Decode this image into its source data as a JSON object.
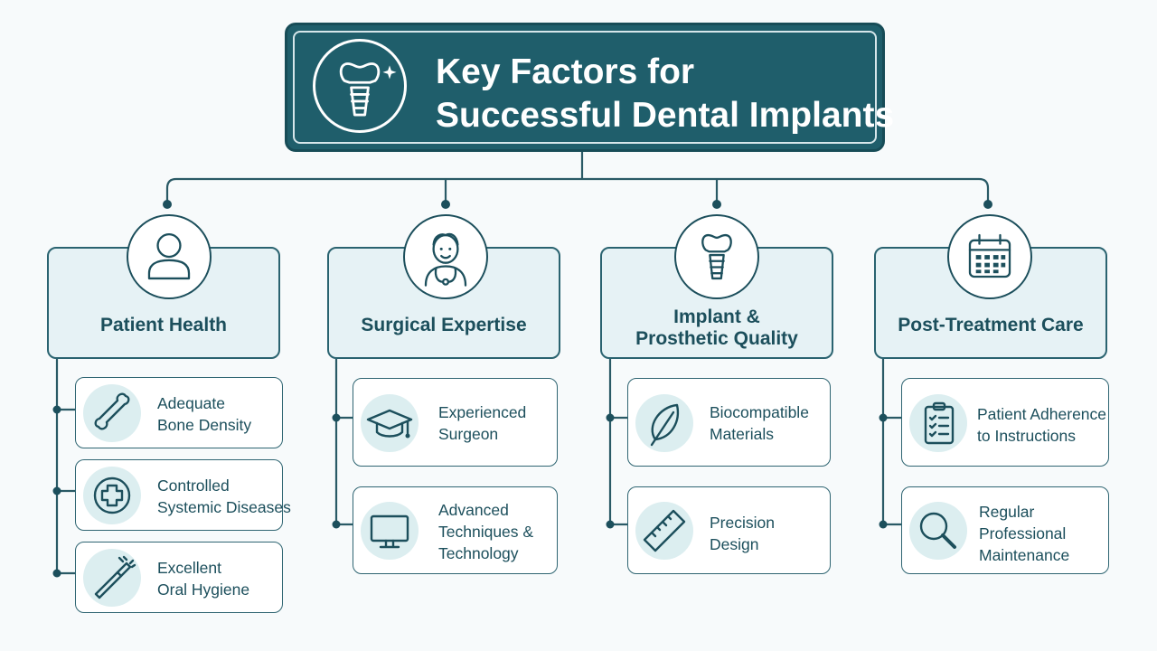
{
  "title": {
    "line1": "Key Factors for",
    "line2": "Successful Dental Implants",
    "icon": "dental-implant-icon"
  },
  "categories": [
    {
      "label_lines": [
        "Patient Health"
      ],
      "icon": "person-icon",
      "items": [
        {
          "lines": [
            "Adequate",
            "Bone Density"
          ],
          "icon": "bone-icon"
        },
        {
          "lines": [
            "Controlled",
            "Systemic Diseases"
          ],
          "icon": "medical-cross-icon"
        },
        {
          "lines": [
            "Excellent",
            "Oral Hygiene"
          ],
          "icon": "toothbrush-icon"
        }
      ]
    },
    {
      "label_lines": [
        "Surgical Expertise"
      ],
      "icon": "surgeon-icon",
      "items": [
        {
          "lines": [
            "Experienced",
            "Surgeon"
          ],
          "icon": "graduation-cap-icon"
        },
        {
          "lines": [
            "Advanced",
            "Techniques &",
            "Technology"
          ],
          "icon": "monitor-icon"
        }
      ]
    },
    {
      "label_lines": [
        "Implant &",
        "Prosthetic Quality"
      ],
      "icon": "implant-icon",
      "items": [
        {
          "lines": [
            "Biocompatible",
            "Materials"
          ],
          "icon": "leaf-icon"
        },
        {
          "lines": [
            "Precision",
            "Design"
          ],
          "icon": "ruler-icon"
        }
      ]
    },
    {
      "label_lines": [
        "Post-Treatment Care"
      ],
      "icon": "calendar-icon",
      "items": [
        {
          "lines": [
            "Patient Adherence",
            "to Instructions"
          ],
          "icon": "checklist-icon"
        },
        {
          "lines": [
            "Regular",
            "Professional",
            "Maintenance"
          ],
          "icon": "magnifier-icon"
        }
      ]
    }
  ],
  "colors": {
    "primary": "#1f5e6b",
    "ink": "#1c4f5c",
    "card_fill": "#e6f2f5",
    "icon_bg": "#dceef0",
    "background": "#f7fafb"
  }
}
